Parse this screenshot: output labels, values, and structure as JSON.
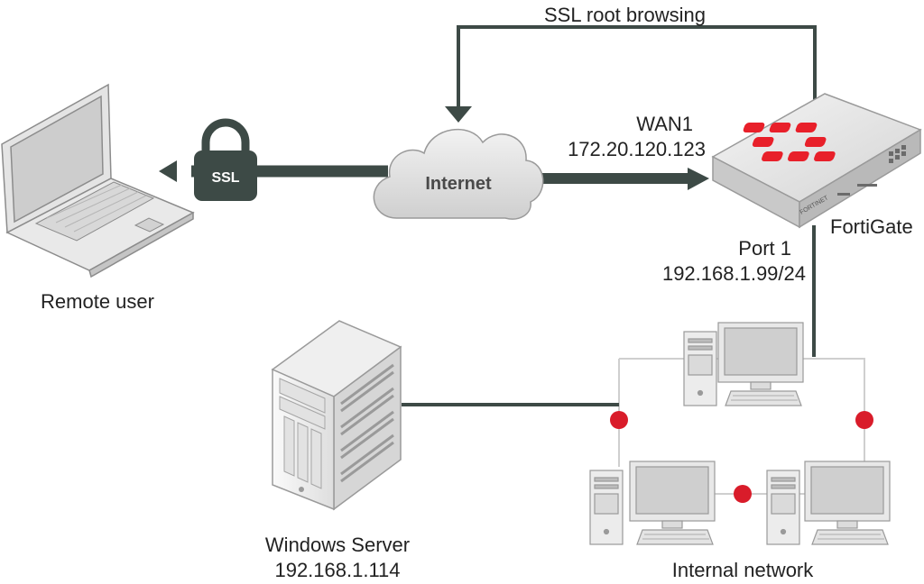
{
  "labels": {
    "ssl_root_browsing": "SSL root browsing",
    "wan1": "WAN1",
    "wan1_ip": "172.20.120.123",
    "fortigate": "FortiGate",
    "port1": "Port 1",
    "port1_ip": "192.168.1.99/24",
    "remote_user": "Remote user",
    "windows_server": "Windows Server",
    "windows_server_ip": "192.168.1.114",
    "internal_network": "Internal network",
    "internet": "Internet",
    "ssl": "SSL",
    "fortinet_brand": "FORTINET"
  },
  "colors": {
    "dark_link": "#3d4a46",
    "lan_line": "#cfcfcf",
    "node_dot": "#d91c2a",
    "fortinet_red": "#e8202a",
    "device_gray": "#e6e6e6",
    "device_outline": "#9a9a9a"
  },
  "icons": [
    "laptop-icon",
    "padlock-icon",
    "cloud-icon",
    "firewall-icon",
    "server-icon",
    "desktop-computer-icon"
  ]
}
